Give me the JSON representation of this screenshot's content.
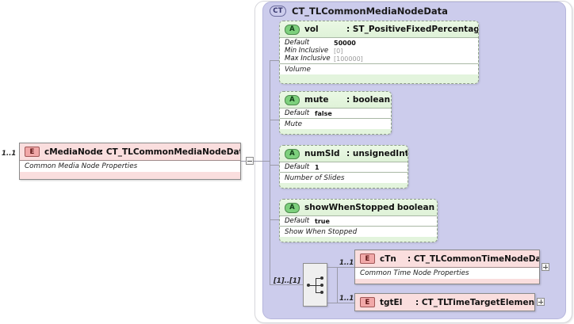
{
  "diagram": {
    "type": "xml-schema-diagram",
    "root_element": {
      "badge": "E",
      "name": "cMediaNode",
      "separator": ":",
      "type": "CT_TLCommonMediaNodeData",
      "documentation": "Common Media Node Properties",
      "cardinality": "1..1",
      "expander": "minus"
    },
    "complex_type": {
      "badge": "CT",
      "title": "CT_TLCommonMediaNodeData"
    },
    "attributes": [
      {
        "badge": "A",
        "name": "vol",
        "separator": ":",
        "type": "ST_PositiveFixedPercentage",
        "facets": [
          {
            "label": "Default",
            "value": "50000",
            "muted": false
          },
          {
            "label": "Min Inclusive",
            "value": "[0]",
            "muted": true
          },
          {
            "label": "Max Inclusive",
            "value": "[100000]",
            "muted": true
          }
        ],
        "documentation": "Volume"
      },
      {
        "badge": "A",
        "name": "mute",
        "separator": ":",
        "type": "boolean",
        "facets": [
          {
            "label": "Default",
            "value": "false",
            "muted": false
          }
        ],
        "documentation": "Mute"
      },
      {
        "badge": "A",
        "name": "numSld",
        "separator": ":",
        "type": "unsignedInt",
        "facets": [
          {
            "label": "Default",
            "value": "1",
            "muted": false
          }
        ],
        "documentation": "Number of Slides"
      },
      {
        "badge": "A",
        "name": "showWhenStopped",
        "separator": ":",
        "type": "boolean",
        "facets": [
          {
            "label": "Default",
            "value": "true",
            "muted": false
          }
        ],
        "documentation": "Show When Stopped"
      }
    ],
    "sequence": {
      "icon": "sequence-icon",
      "cardinality": "[1]..[1]"
    },
    "child_elements": [
      {
        "badge": "E",
        "name": "cTn",
        "separator": ":",
        "type": "CT_TLCommonTimeNodeData",
        "documentation": "Common Time Node Properties",
        "cardinality": "1..1",
        "expander": "plus"
      },
      {
        "badge": "E",
        "name": "tgtEl",
        "separator": ":",
        "type": "CT_TLTimeTargetElement",
        "documentation": null,
        "cardinality": "1..1",
        "expander": "plus"
      }
    ],
    "colors": {
      "container_fill": "#ccccec",
      "attribute_fill": "#e3f4dd",
      "element_fill": "#fadede",
      "connector": "#9a9aa8"
    }
  }
}
